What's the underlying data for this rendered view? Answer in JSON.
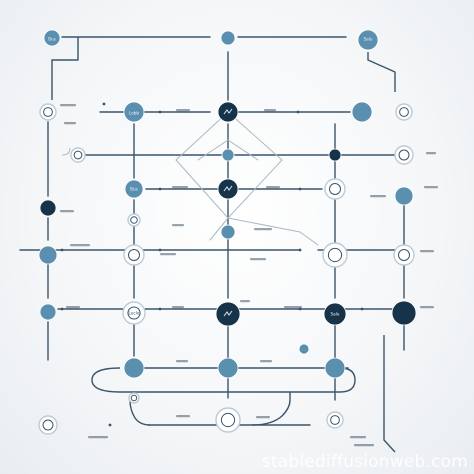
{
  "colors": {
    "line": "#3a556b",
    "light_line": "#a9b9c6",
    "node_light": "#5a8fb0",
    "node_dark": "#17334a",
    "ring": "#bccbd6",
    "label": "#44586a"
  },
  "node_labels": {
    "top_left": "Bus",
    "top_right": "Salu",
    "row2_a": "Lobb",
    "row5_right": "Sale",
    "row5_left": "Lucle",
    "mid_a": "Bus"
  },
  "watermark": "stablediffusionweb.com"
}
